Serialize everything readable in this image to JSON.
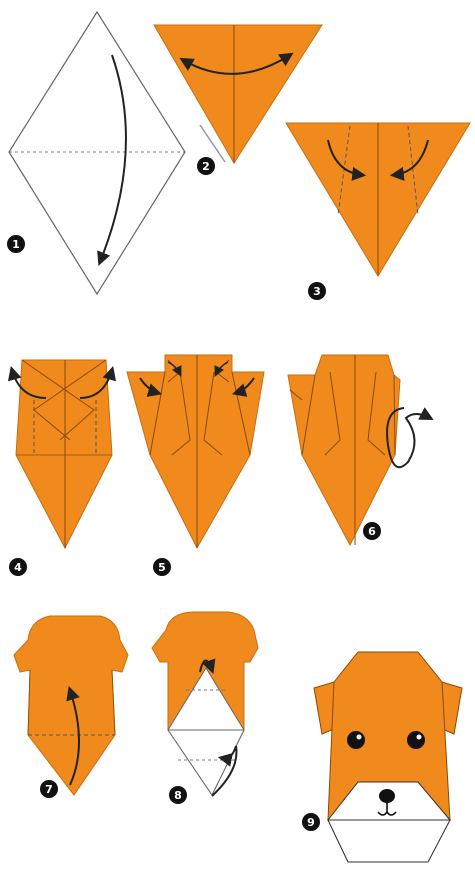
{
  "colors": {
    "paper": "#f08a1c",
    "paper_edge": "#c96d10",
    "line": "#333333",
    "fold": "#555555",
    "white": "#ffffff",
    "badge": "#111111"
  },
  "steps": [
    {
      "number": "1"
    },
    {
      "number": "2"
    },
    {
      "number": "3"
    },
    {
      "number": "4"
    },
    {
      "number": "5"
    },
    {
      "number": "6"
    },
    {
      "number": "7"
    },
    {
      "number": "8"
    },
    {
      "number": "9"
    }
  ]
}
